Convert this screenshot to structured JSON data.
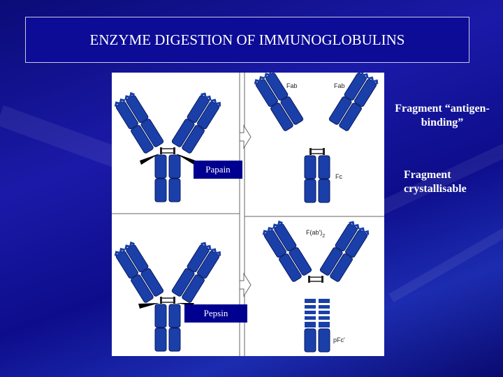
{
  "title": "ENZYME DIGESTION OF IMMUNOGLOBULINS",
  "annotations": {
    "fab_description": "Fragment “antigen-binding”",
    "fc_description": "Fragment crystallisable"
  },
  "diagram": {
    "enzymes": {
      "papain": "Papain",
      "pepsin": "Pepsin"
    },
    "fragment_labels": {
      "fab": "Fab",
      "fc": "Fc",
      "fab2": "F(ab')",
      "fab2_subscript": "2",
      "pfc": "pFc'"
    }
  },
  "colors": {
    "domain_blue": "#1a3fa8",
    "enzyme_box": "#000090",
    "background": "#0c0c96"
  }
}
